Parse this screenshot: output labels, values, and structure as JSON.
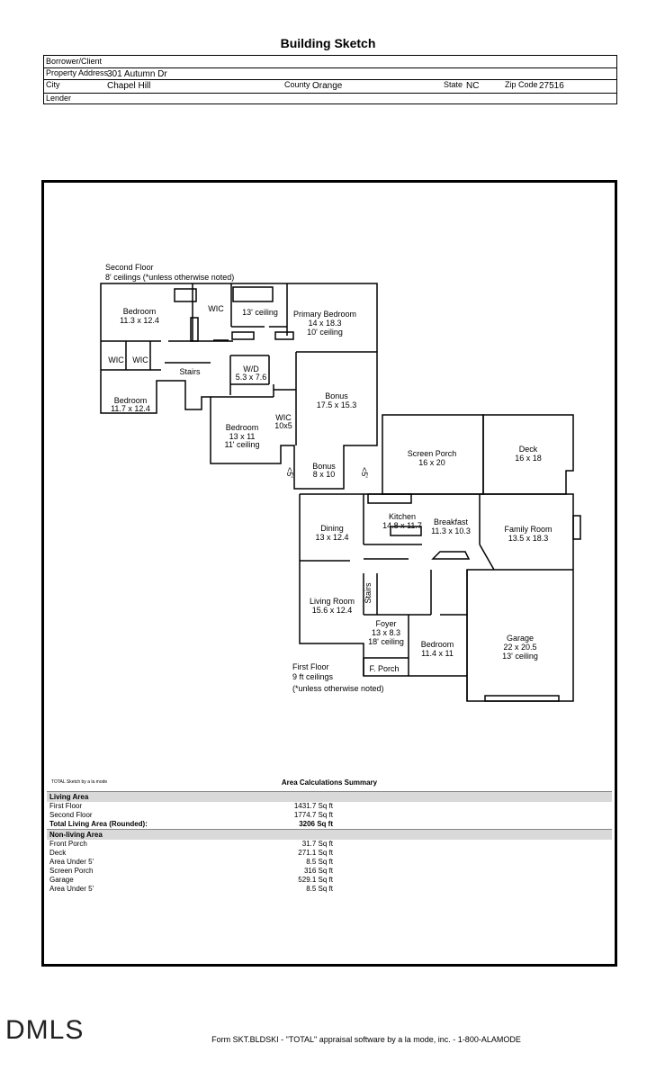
{
  "title": "Building Sketch",
  "header": {
    "borrower_label": "Borrower/Client",
    "property_label": "Property Address",
    "property_value": "301 Autumn Dr",
    "city_label": "City",
    "city_value": "Chapel Hill",
    "county_label": "County",
    "county_value": "Orange",
    "state_label": "State",
    "state_value": "NC",
    "zip_label": "Zip Code",
    "zip_value": "27516",
    "lender_label": "Lender"
  },
  "plan": {
    "second_floor_title": "Second Floor",
    "second_floor_note": "8' ceilings (*unless otherwise noted)",
    "first_floor_title": "First Floor",
    "first_floor_note1": "9 ft ceilings",
    "first_floor_note2": "(*unless otherwise noted)",
    "rooms": {
      "bed1_name": "Bedroom",
      "bed1_size": "11.3 x 12.4",
      "wic1": "WIC",
      "ceiling13": "13' ceiling",
      "primary_name": "Primary Bedroom",
      "primary_size": "14 x 18.3",
      "primary_ceiling": "10' ceiling",
      "wic2": "WIC",
      "wic3": "WIC",
      "stairs2": "Stairs",
      "wd_name": "W/D",
      "wd_size": "5.3 x 7.6",
      "bed2_name": "Bedroom",
      "bed2_size": "11.7 x 12.4",
      "bonus_name": "Bonus",
      "bonus_size": "17.5 x 15.3",
      "wic4_name": "WIC",
      "wic4_size": "10x5",
      "bed3_name": "Bedroom",
      "bed3_size": "13 x 11",
      "bed3_ceiling": "11' ceiling",
      "bonus2_name": "Bonus",
      "bonus2_size": "8 x 10",
      "under5_a": "<5'",
      "under5_b": "<5'",
      "screen_name": "Screen Porch",
      "screen_size": "16 x 20",
      "deck_name": "Deck",
      "deck_size": "16 x 18",
      "kitchen_name": "Kitchen",
      "kitchen_size": "14.8 x 11.7",
      "breakfast_name": "Breakfast",
      "breakfast_size": "11.3 x 10.3",
      "dining_name": "Dining",
      "dining_size": "13 x 12.4",
      "family_name": "Family Room",
      "family_size": "13.5 x 18.3",
      "living_name": "Living Room",
      "living_size": "15.6 x 12.4",
      "stairs1": "Stairs",
      "foyer_name": "Foyer",
      "foyer_size": "13 x 8.3",
      "foyer_ceiling": "18' ceiling",
      "bed4_name": "Bedroom",
      "bed4_size": "11.4 x 11",
      "garage_name": "Garage",
      "garage_size": "22 x 20.5",
      "garage_ceiling": "13' ceiling",
      "fporch": "F. Porch"
    },
    "sketch_credit": "TOTAL Sketch by a la mode"
  },
  "summary": {
    "title": "Area Calculations Summary",
    "living_heading": "Living Area",
    "living_rows": [
      {
        "label": "First Floor",
        "value": "1431.7 Sq ft"
      },
      {
        "label": "Second Floor",
        "value": "1774.7 Sq ft"
      }
    ],
    "total_label": "Total Living Area (Rounded):",
    "total_value": "3206 Sq ft",
    "nonliving_heading": "Non-living Area",
    "nonliving_rows": [
      {
        "label": "Front Porch",
        "value": "31.7 Sq ft"
      },
      {
        "label": "Deck",
        "value": "271.1 Sq ft"
      },
      {
        "label": "Area Under 5'",
        "value": "8.5 Sq ft"
      },
      {
        "label": "Screen Porch",
        "value": "316 Sq ft"
      },
      {
        "label": "Garage",
        "value": "529.1 Sq ft"
      },
      {
        "label": "Area Under 5'",
        "value": "8.5 Sq ft"
      }
    ]
  },
  "watermark": "DMLS",
  "footer": "Form SKT.BLDSKI - \"TOTAL\" appraisal software by a la mode, inc. - 1-800-ALAMODE"
}
